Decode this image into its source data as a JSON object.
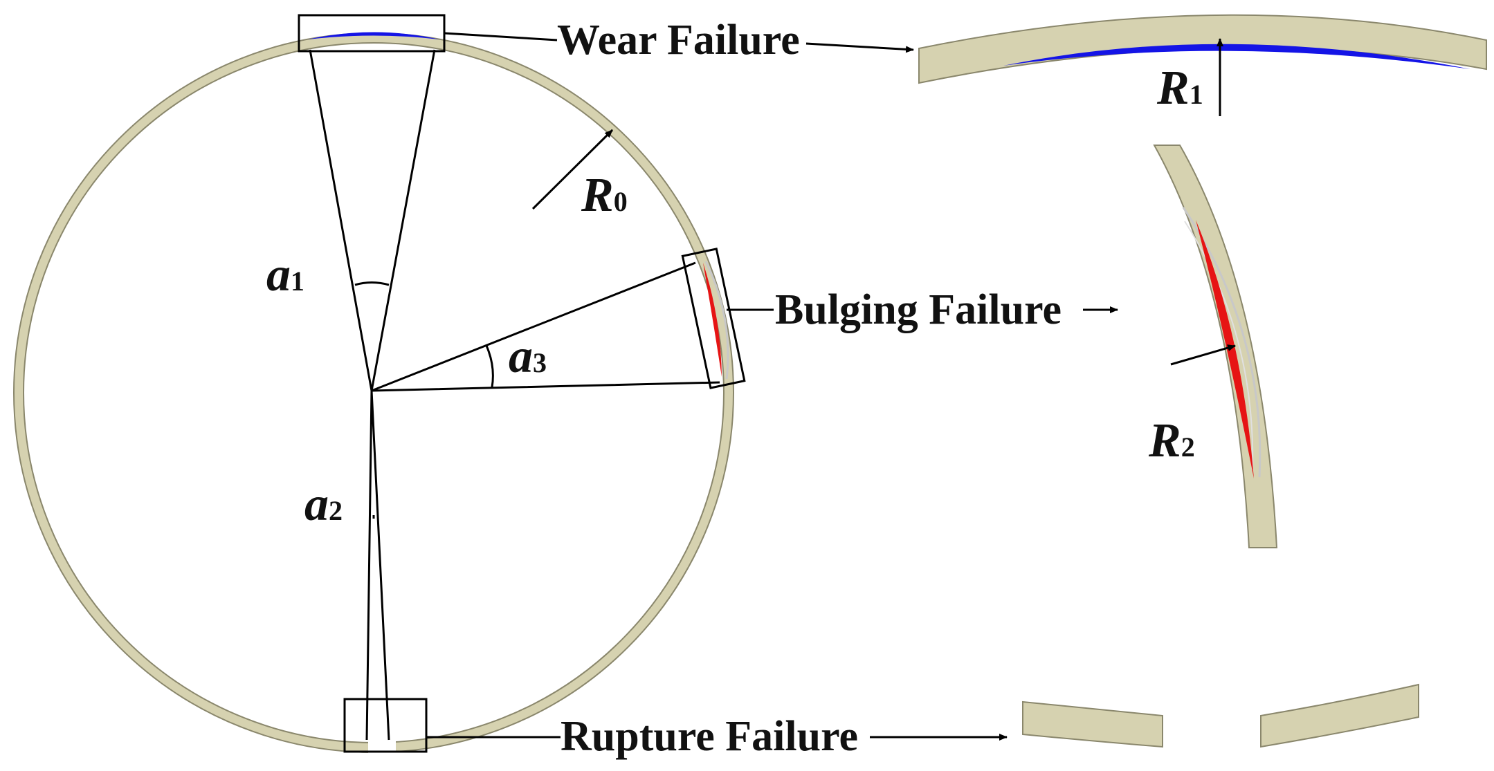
{
  "labels": {
    "wear": "Wear Failure",
    "bulging": "Bulging Failure",
    "rupture": "Rupture Failure"
  },
  "symbols": {
    "r0": {
      "main": "R",
      "sub": "0"
    },
    "r1": {
      "main": "R",
      "sub": "1"
    },
    "r2": {
      "main": "R",
      "sub": "2"
    },
    "a1": {
      "main": "a",
      "sub": "1"
    },
    "a2": {
      "main": "a",
      "sub": "2"
    },
    "a3": {
      "main": "a",
      "sub": "3"
    }
  },
  "colors": {
    "wall": "#d6d2b0",
    "wall_edge": "#8a876c",
    "wear_region": "#1414e6",
    "bulge_region": "#e61414",
    "deformed_outline": "#c8c8c8"
  }
}
